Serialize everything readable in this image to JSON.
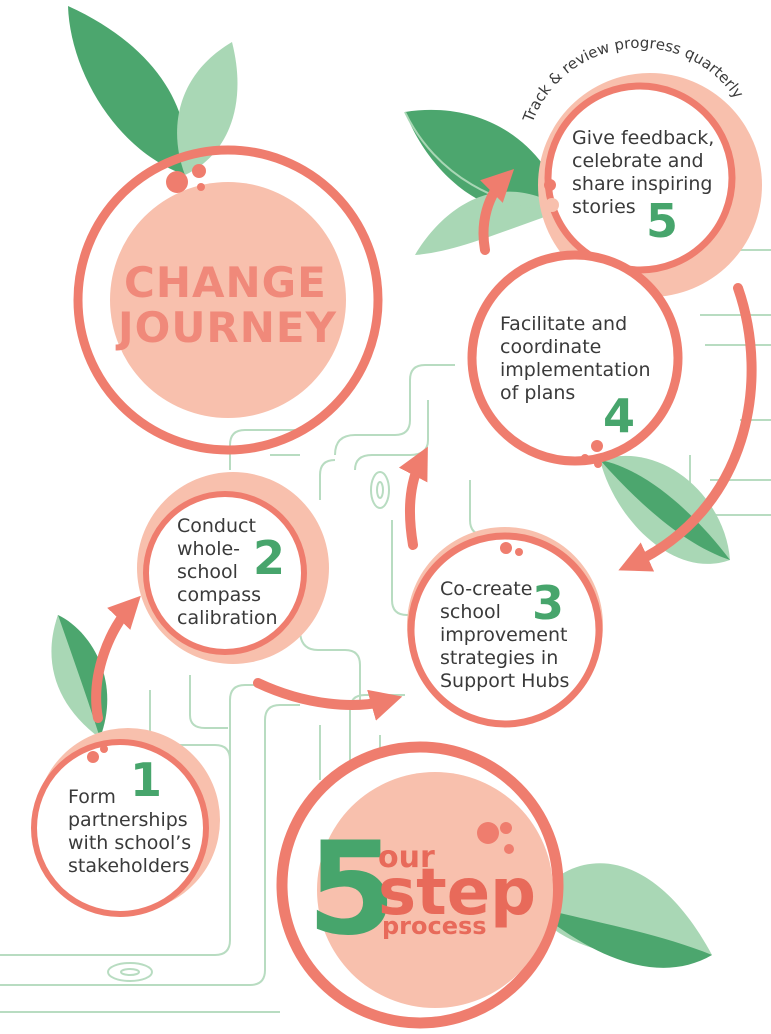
{
  "colors": {
    "salmon_fill": "#f8c0ad",
    "ring": "#ef7d6e",
    "leaf_dark": "#4ca66e",
    "leaf_light": "#a9d7b5",
    "number_green": "#47a56c",
    "circuit": "#b8dcc1",
    "text": "#3a3a3a"
  },
  "title": {
    "line1": "CHANGE",
    "line2": "JOURNEY"
  },
  "steps": [
    {
      "number": "1",
      "lines": [
        "Form",
        "partnerships",
        "with school’s",
        "stakeholders"
      ]
    },
    {
      "number": "2",
      "lines": [
        "Conduct",
        "whole-",
        "school",
        "compass",
        "calibration"
      ]
    },
    {
      "number": "3",
      "lines": [
        "Co-create",
        "school",
        "improvement",
        "strategies in",
        "Support Hubs"
      ]
    },
    {
      "number": "4",
      "lines": [
        "Facilitate and",
        "coordinate",
        "implementation",
        "of plans"
      ]
    },
    {
      "number": "5",
      "lines": [
        "Give feedback,",
        "celebrate and",
        "share inspiring",
        "stories"
      ]
    }
  ],
  "curved_caption": "Track & review progress quarterly",
  "five_step": {
    "five": "5",
    "our": "our",
    "step": "step",
    "process": "process"
  }
}
